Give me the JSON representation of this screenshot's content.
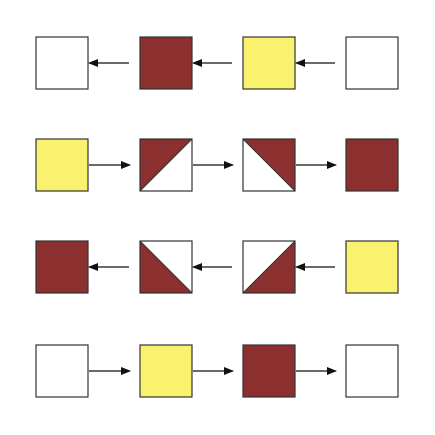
{
  "colors": {
    "white": "#ffffff",
    "maroon": "#8b2f2f",
    "yellow": "#faf26f",
    "stroke": "#333333",
    "arrow": "#111111"
  },
  "rows": [
    {
      "direction": "left",
      "cells": [
        {
          "fill": "white"
        },
        {
          "fill": "maroon"
        },
        {
          "fill": "yellow"
        },
        {
          "fill": "white"
        }
      ]
    },
    {
      "direction": "right",
      "cells": [
        {
          "fill": "yellow"
        },
        {
          "fill": "split",
          "split": "diag-tr-bl",
          "top": "maroon",
          "bottom": "white"
        },
        {
          "fill": "split",
          "split": "diag-tl-br",
          "top": "maroon",
          "bottom": "white"
        },
        {
          "fill": "maroon"
        }
      ]
    },
    {
      "direction": "left",
      "cells": [
        {
          "fill": "maroon"
        },
        {
          "fill": "split",
          "split": "diag-tl-br",
          "top": "white",
          "bottom": "maroon"
        },
        {
          "fill": "split",
          "split": "diag-tr-bl",
          "top": "white",
          "bottom": "maroon"
        },
        {
          "fill": "yellow"
        }
      ]
    },
    {
      "direction": "right",
      "cells": [
        {
          "fill": "white"
        },
        {
          "fill": "yellow"
        },
        {
          "fill": "maroon"
        },
        {
          "fill": "white"
        }
      ]
    }
  ]
}
